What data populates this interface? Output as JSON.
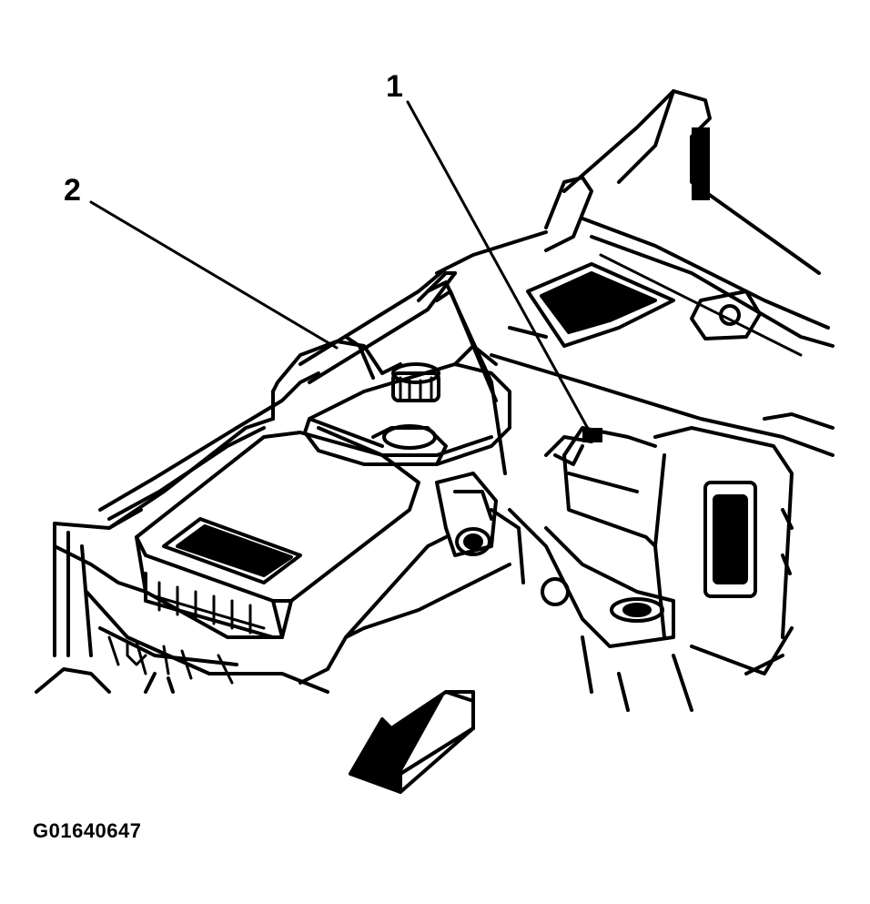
{
  "callouts": [
    {
      "label": "1"
    },
    {
      "label": "2"
    }
  ],
  "figure_id": "G01640647",
  "colors": {
    "ink": "#000000",
    "paper": "#ffffff"
  }
}
